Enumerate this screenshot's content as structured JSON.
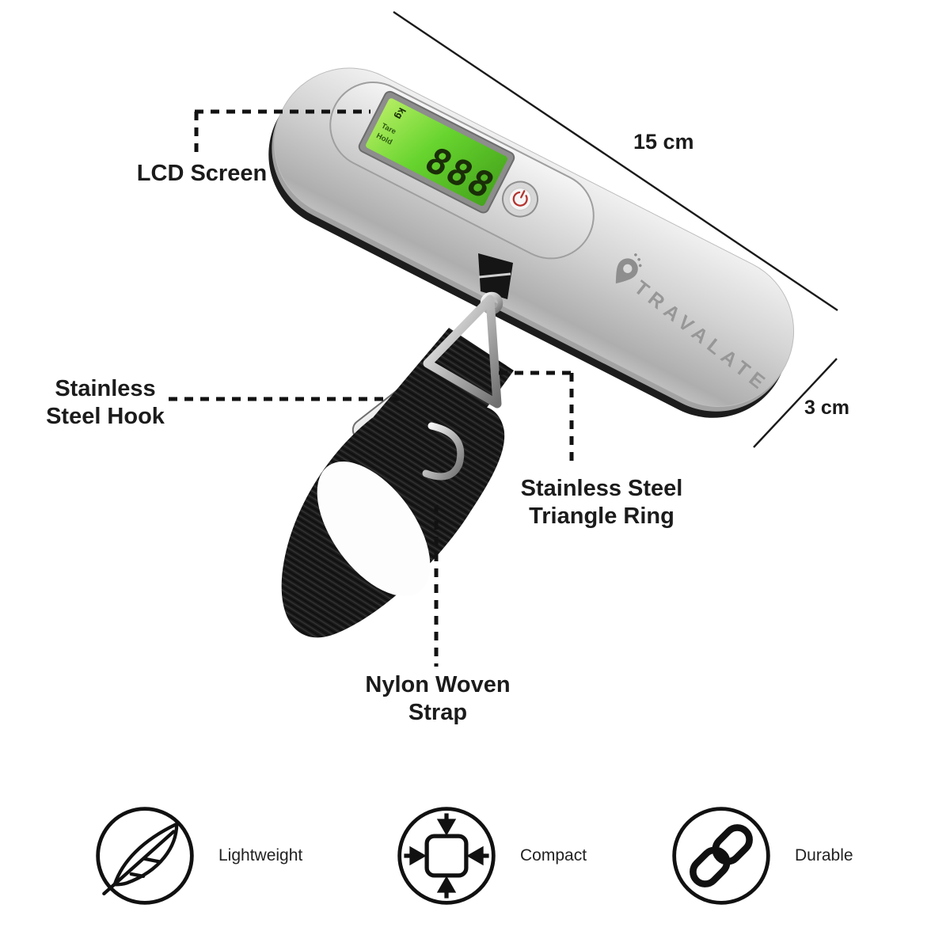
{
  "brand": {
    "name": "TRAVALATE"
  },
  "lcd": {
    "value": "888",
    "unit": "kg",
    "tare": "Tare",
    "hold": "Hold"
  },
  "callouts": {
    "lcd_screen": "LCD Screen",
    "hook_line1": "Stainless",
    "hook_line2": "Steel Hook",
    "ring_line1": "Stainless Steel",
    "ring_line2": "Triangle Ring",
    "strap_line1": "Nylon Woven",
    "strap_line2": "Strap"
  },
  "dimensions": {
    "length": "15 cm",
    "width": "3 cm"
  },
  "features": [
    {
      "icon": "feather-icon",
      "label": "Lightweight"
    },
    {
      "icon": "compact-icon",
      "label": "Compact"
    },
    {
      "icon": "chain-link-icon",
      "label": "Durable"
    }
  ],
  "colors": {
    "lcd_green": "#5ecb2b",
    "lcd_digits": "#1a2e08",
    "power_red": "#b5342f",
    "body_silver": "#cfcfcf",
    "strap_black": "#1a1a1a",
    "line_black": "#1a1a1a",
    "brand_gray": "#979797"
  }
}
